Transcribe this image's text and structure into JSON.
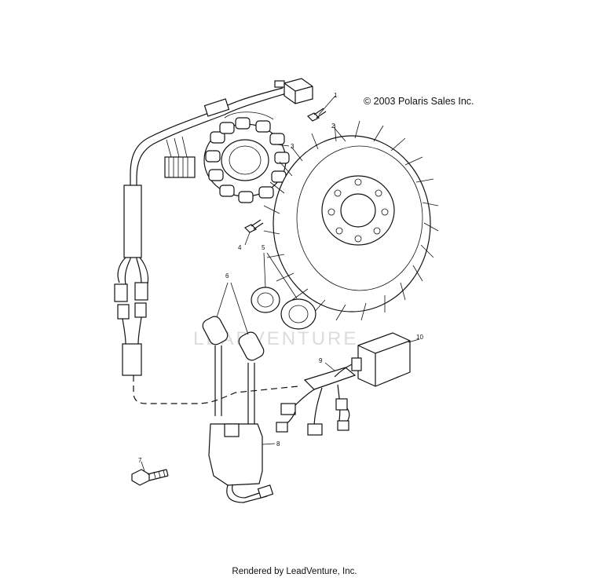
{
  "copyright": "© 2003 Polaris Sales Inc.",
  "footer": "Rendered by LeadVenture, Inc.",
  "watermark": "LEADVENTURE",
  "callouts": [
    "1",
    "2",
    "3",
    "4",
    "5",
    "6",
    "7",
    "8",
    "9",
    "10"
  ]
}
